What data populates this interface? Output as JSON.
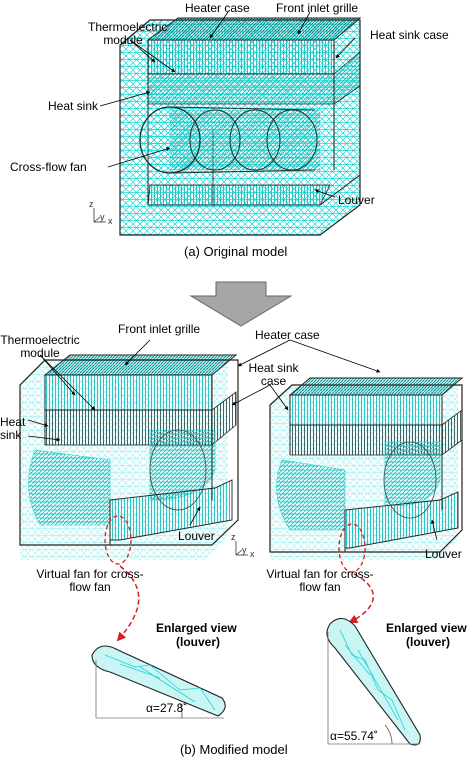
{
  "top": {
    "labels": {
      "heater_case": "Heater case",
      "front_inlet_grille": "Front inlet grille",
      "thermoelectric_module": "Thermoelectric module",
      "heat_sink_case": "Heat sink case",
      "heat_sink": "Heat sink",
      "cross_flow_fan": "Cross-flow fan",
      "louver": "Louver"
    },
    "axes": {
      "z": "z",
      "y": "y",
      "x": "x"
    },
    "caption": "(a) Original model"
  },
  "bottom": {
    "labels": {
      "front_inlet_grille": "Front inlet grille",
      "heater_case": "Heater case",
      "thermoelectric_module": "Thermoelectric module",
      "heat_sink_case": "Heat sink case",
      "heat_sink": "Heat sink",
      "louver_left": "Louver",
      "louver_right": "Louver",
      "virtual_fan_left": "Virtual fan for cross-flow fan",
      "virtual_fan_right": "Virtual fan for cross-flow fan"
    },
    "axes": {
      "z": "z",
      "y": "y",
      "x": "x"
    },
    "enlarged_left": {
      "title": "Enlarged view",
      "sub": "(louver)",
      "angle": "α=27.8˚"
    },
    "enlarged_right": {
      "title": "Enlarged view",
      "sub": "(louver)",
      "angle": "α=55.74˚"
    },
    "caption": "(b) Modified model"
  },
  "colors": {
    "mesh": "#1fd6d6",
    "wire": "#222222",
    "arrow_fill": "#a6a6a6",
    "dashed_red": "#d21f1f"
  }
}
